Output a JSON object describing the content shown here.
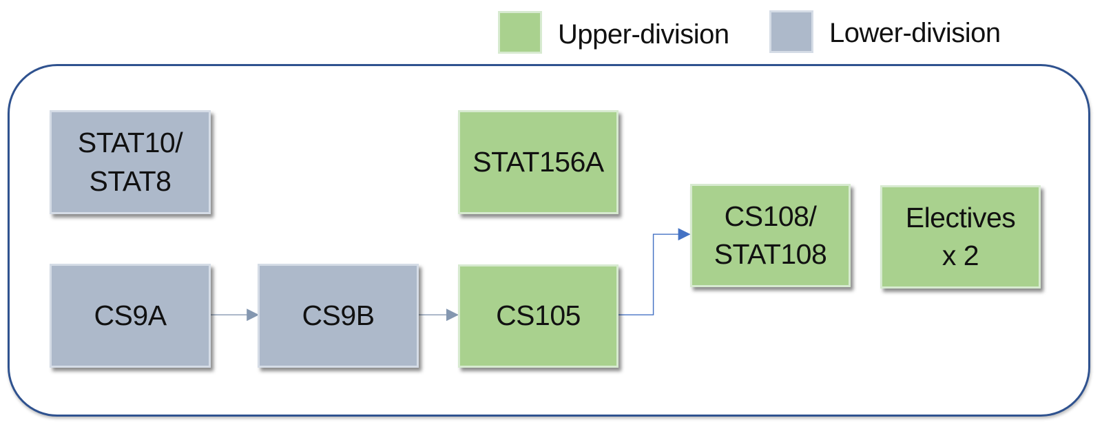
{
  "legend": [
    {
      "label": "Upper-division",
      "color": "#a9d18e"
    },
    {
      "label": "Lower-division",
      "color": "#adb9ca"
    }
  ],
  "colors": {
    "upper": "#a9d18e",
    "lower": "#adb9ca",
    "frame_border": "#2f528f",
    "edge_gray": "#8497b0",
    "edge_blue": "#4472c4"
  },
  "nodes": [
    {
      "id": "stat10",
      "label": "STAT10/\nSTAT8",
      "division": "lower"
    },
    {
      "id": "stat156a",
      "label": "STAT156A",
      "division": "upper"
    },
    {
      "id": "cs9a",
      "label": "CS9A",
      "division": "lower"
    },
    {
      "id": "cs9b",
      "label": "CS9B",
      "division": "lower"
    },
    {
      "id": "cs105",
      "label": "CS105",
      "division": "upper"
    },
    {
      "id": "cs108",
      "label": "CS108/\nSTAT108",
      "division": "upper"
    },
    {
      "id": "electives",
      "label": "Electives\nx 2",
      "division": "upper"
    }
  ],
  "edges": [
    {
      "from": "cs9a",
      "to": "cs9b"
    },
    {
      "from": "cs9b",
      "to": "cs105"
    },
    {
      "from": "cs105",
      "to": "cs108"
    }
  ]
}
